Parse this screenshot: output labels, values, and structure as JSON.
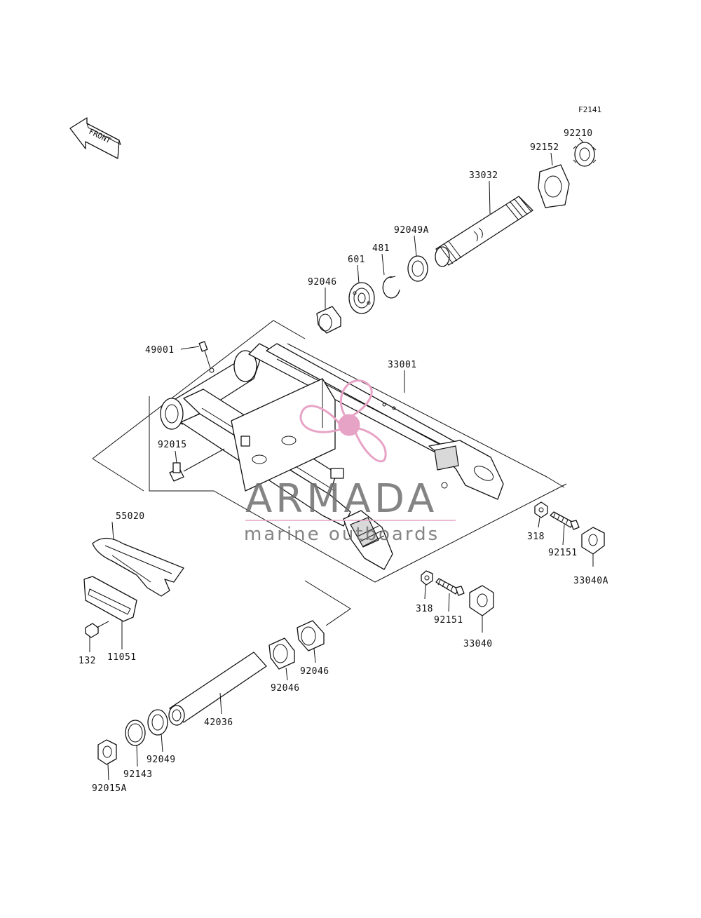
{
  "figure_code": "F2141",
  "front_marker": "FRONT",
  "watermark": {
    "name": "ARMADA",
    "tagline": "marine outboards",
    "logo_color": "#e7a3c6"
  },
  "part_labels": {
    "p92210": "92210",
    "p92152": "92152",
    "p33032": "33032",
    "p92049A": "92049A",
    "p481": "481",
    "p601": "601",
    "p92046_top": "92046",
    "p49001": "49001",
    "p33001": "33001",
    "p92015": "92015",
    "p55020": "55020",
    "p318_right": "318",
    "p92151_right": "92151",
    "p33040A": "33040A",
    "p318_mid": "318",
    "p92151_mid": "92151",
    "p33040": "33040",
    "p132": "132",
    "p11051": "11051",
    "p92046_mid_right": "92046",
    "p92046_mid_left": "92046",
    "p42036": "42036",
    "p92049": "92049",
    "p92143": "92143",
    "p92015A": "92015A"
  }
}
